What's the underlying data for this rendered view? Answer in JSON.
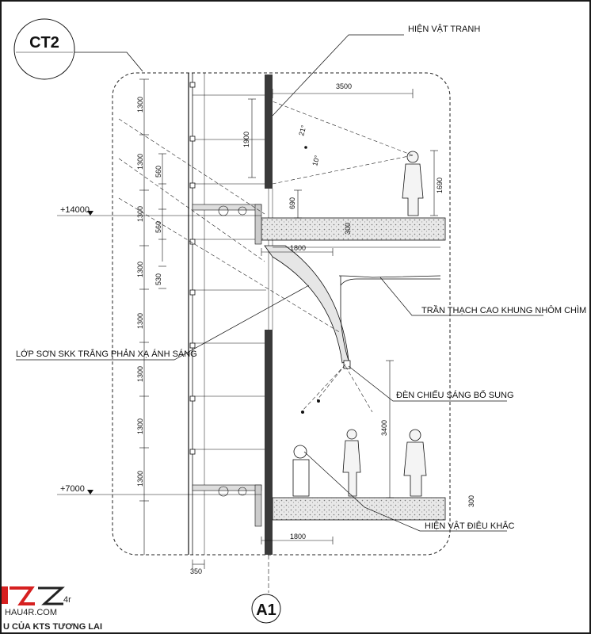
{
  "drawing": {
    "section_tag": "CT2",
    "axis_tag": "A1",
    "labels": {
      "artwork_painting": "HIỆN VẬT TRANH",
      "ceiling": "TRẦN THẠCH CAO KHUNG NHÔM CHÌM",
      "reflective_paint": "LỚP SƠN SKK TRẮNG PHẢN XẠ ÁNH SÁNG",
      "extra_light": "ĐÈN CHIẾU SÁNG BỔ SUNG",
      "sculpture": "HIỆN VẬT ĐIÊU KHẮC"
    },
    "levels": {
      "upper": "+14000",
      "lower": "+7000"
    },
    "dimensions": {
      "left_stack": [
        "1300",
        "1300",
        "1300",
        "1300",
        "1300",
        "1300",
        "1300",
        "1300"
      ],
      "inner_560_a": "560",
      "inner_560_b": "560",
      "inner_530": "530",
      "d1900": "1900",
      "d690": "690",
      "d3500": "3500",
      "d1690": "1690",
      "d300_top": "300",
      "d1800_top": "1800",
      "d3400": "3400",
      "d300_bottom": "300",
      "d1800_bottom": "1800",
      "d350": "350",
      "angle21": "21°",
      "angle10": "10°"
    }
  },
  "watermark": {
    "logo": "4r",
    "site": "HAU4R.COM",
    "slogan": "U CỦA KTS TƯƠNG LAI",
    "accent": "#d62020"
  },
  "colors": {
    "ink": "#111111",
    "wall": "#3a3a3a"
  }
}
